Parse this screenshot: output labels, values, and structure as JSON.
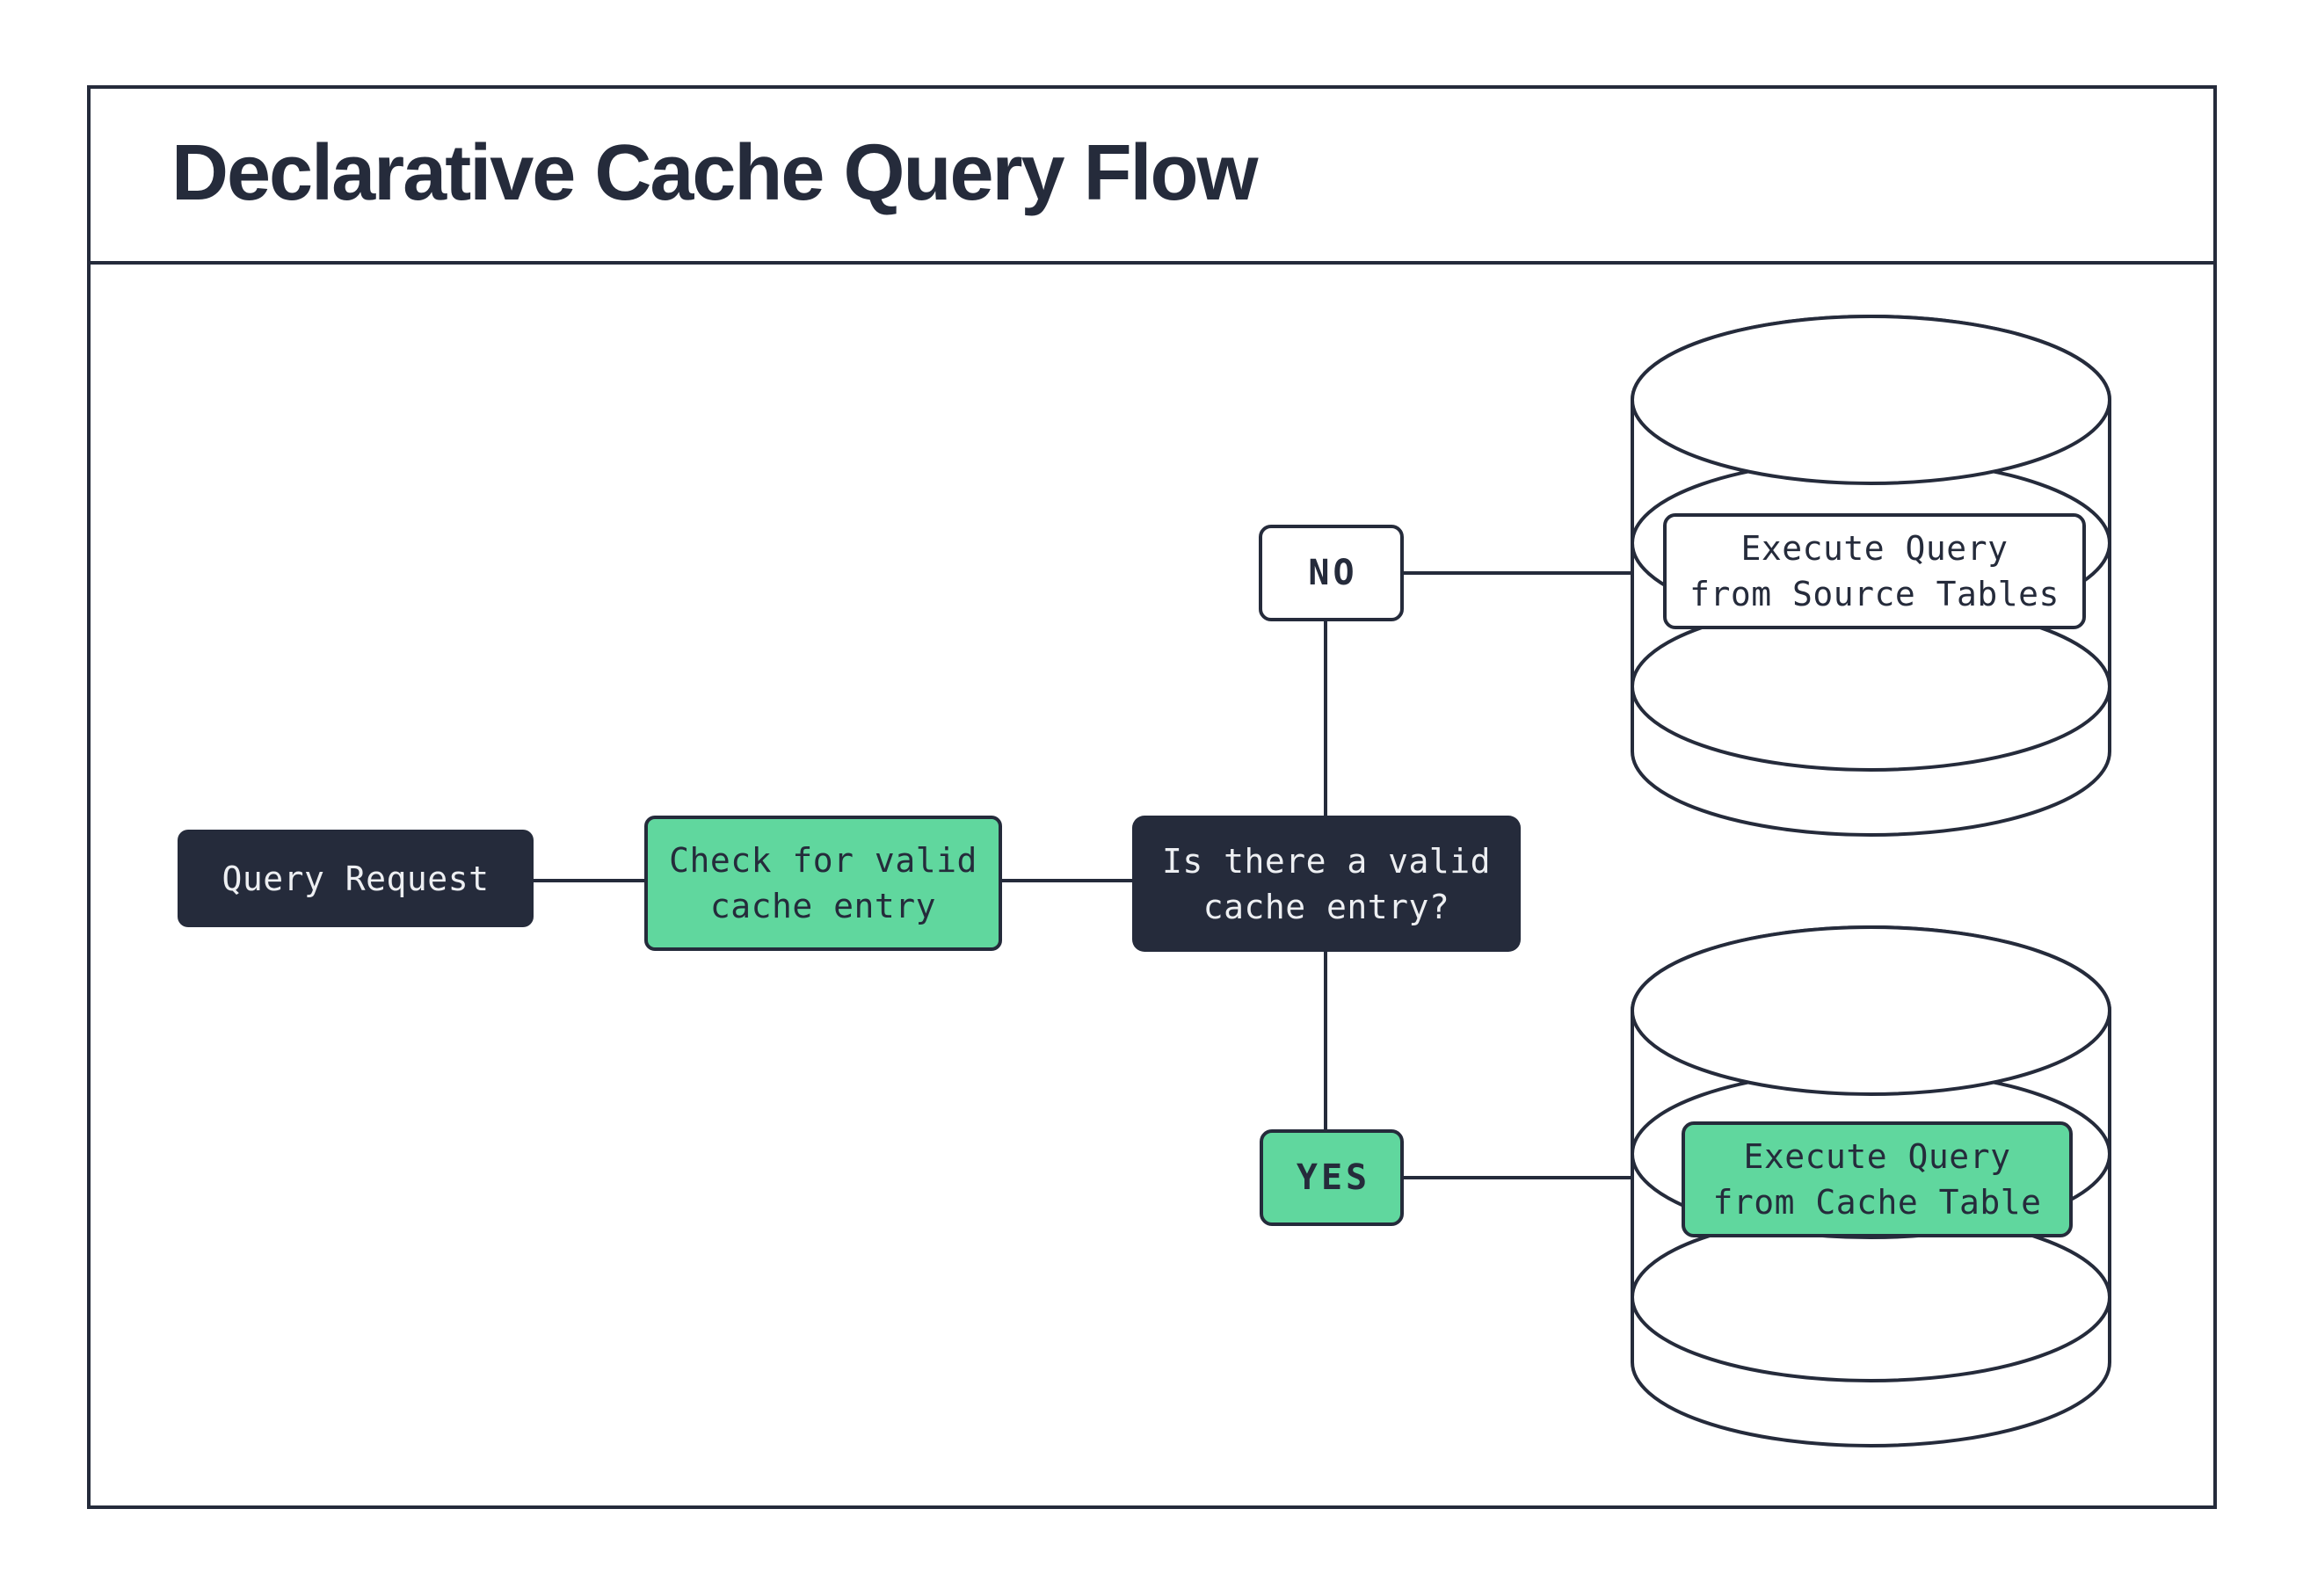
{
  "title": "Declarative Cache Query Flow",
  "colors": {
    "ink": "#252B3B",
    "green": "#60D79E",
    "paper": "#FFFFFF",
    "text_on_dark": "#EDEFF2"
  },
  "nodes": {
    "query_request": "Query Request",
    "check_cache": "Check for valid\ncache entry",
    "decision": "Is there a valid\ncache entry?",
    "source_db": "Execute Query\nfrom Source Tables",
    "cache_db": "Execute Query\nfrom Cache Table"
  },
  "edge_labels": {
    "no": "NO",
    "yes": "YES"
  }
}
